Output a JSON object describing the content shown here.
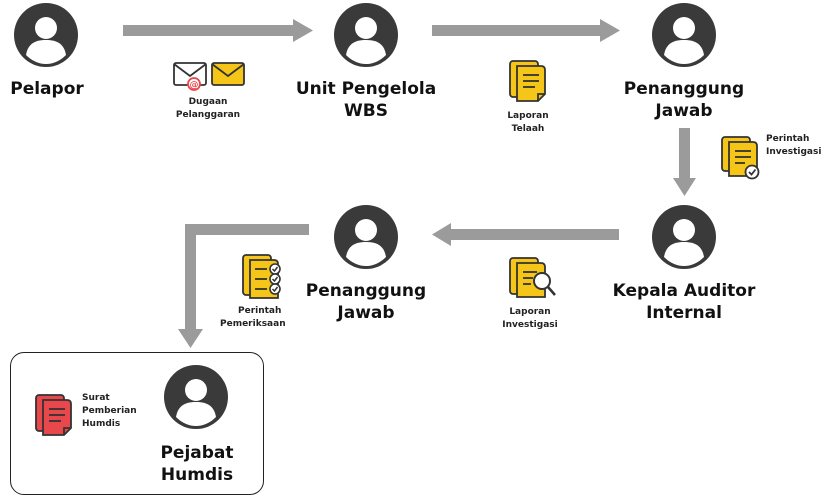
{
  "nodes": {
    "pelapor": "Pelapor",
    "unit_pengelola": [
      "Unit Pengelola",
      "WBS"
    ],
    "penanggung_jawab_1": [
      "Penanggung",
      "Jawab"
    ],
    "kepala_auditor": [
      "Kepala Auditor",
      "Internal"
    ],
    "penanggung_jawab_2": [
      "Penanggung",
      "Jawab"
    ],
    "pejabat_humdis": [
      "Pejabat",
      "Humdis"
    ]
  },
  "documents": {
    "dugaan_pelanggaran": [
      "Dugaan",
      "Pelanggaran"
    ],
    "laporan_telaah": [
      "Laporan",
      "Telaah"
    ],
    "perintah_investigasi": [
      "Perintah",
      "Investigasi"
    ],
    "laporan_investigasi": [
      "Laporan",
      "Investigasi"
    ],
    "perintah_pemeriksaan": [
      "Perintah",
      "Pemeriksaan"
    ],
    "surat_pemberian_humdis": [
      "Surat",
      "Pemberian",
      "Humdis"
    ]
  },
  "colors": {
    "avatar": "#3a3a3a",
    "arrow": "#9b9b9b",
    "doc_yellow": "#f5c518",
    "doc_red": "#e8474b",
    "envelope": "#f5c518"
  },
  "icons": {
    "person": "person-icon",
    "envelope": "envelope-icon",
    "document": "document-icon",
    "document_check": "document-check-icon",
    "document_search": "document-search-icon",
    "checklist": "checklist-icon"
  }
}
